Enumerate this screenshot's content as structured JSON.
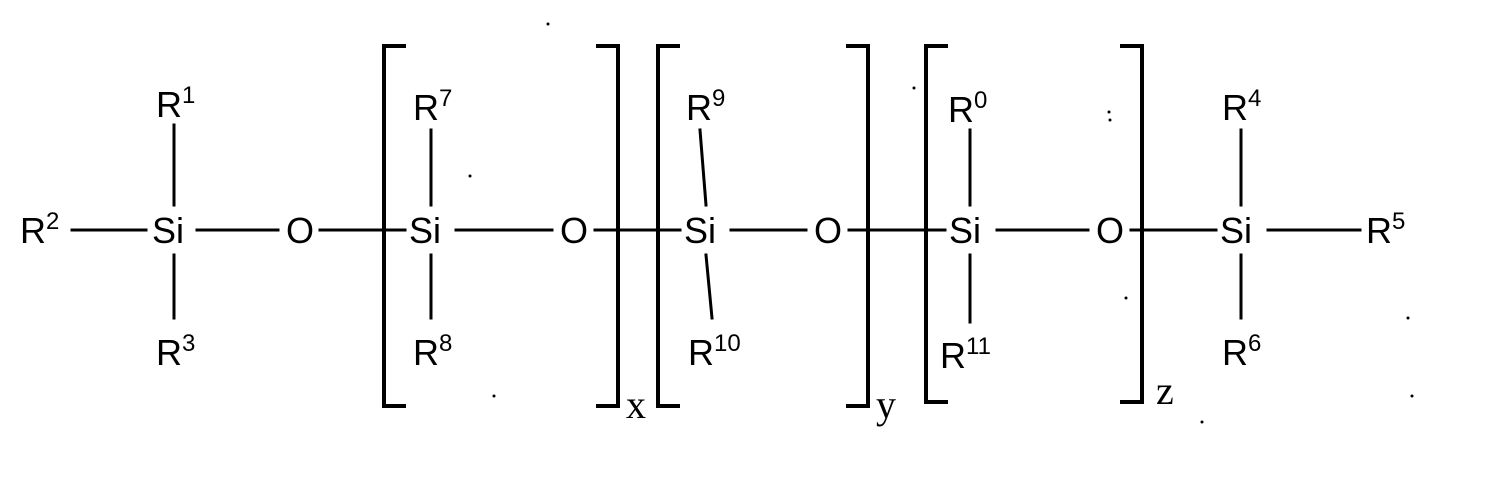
{
  "formula": {
    "groups": [
      {
        "center": "Si",
        "top": {
          "base": "R",
          "sup": "1"
        },
        "bottom": {
          "base": "R",
          "sup": "3"
        },
        "left": {
          "base": "R",
          "sup": "2"
        }
      },
      {
        "center": "Si",
        "top": {
          "base": "R",
          "sup": "7"
        },
        "bottom": {
          "base": "R",
          "sup": "8"
        }
      },
      {
        "center": "Si",
        "top": {
          "base": "R",
          "sup": "9"
        },
        "bottom": {
          "base": "R",
          "sup": "10"
        }
      },
      {
        "center": "Si",
        "top": {
          "base": "R",
          "sup": "0"
        },
        "bottom": {
          "base": "R",
          "sup": "11"
        }
      },
      {
        "center": "Si",
        "top": {
          "base": "R",
          "sup": "4"
        },
        "bottom": {
          "base": "R",
          "sup": "6"
        },
        "right": {
          "base": "R",
          "sup": "5"
        }
      }
    ],
    "oxygen": [
      "O",
      "O",
      "O",
      "O"
    ],
    "repeat_subscripts": [
      "x",
      "y",
      "z"
    ]
  }
}
